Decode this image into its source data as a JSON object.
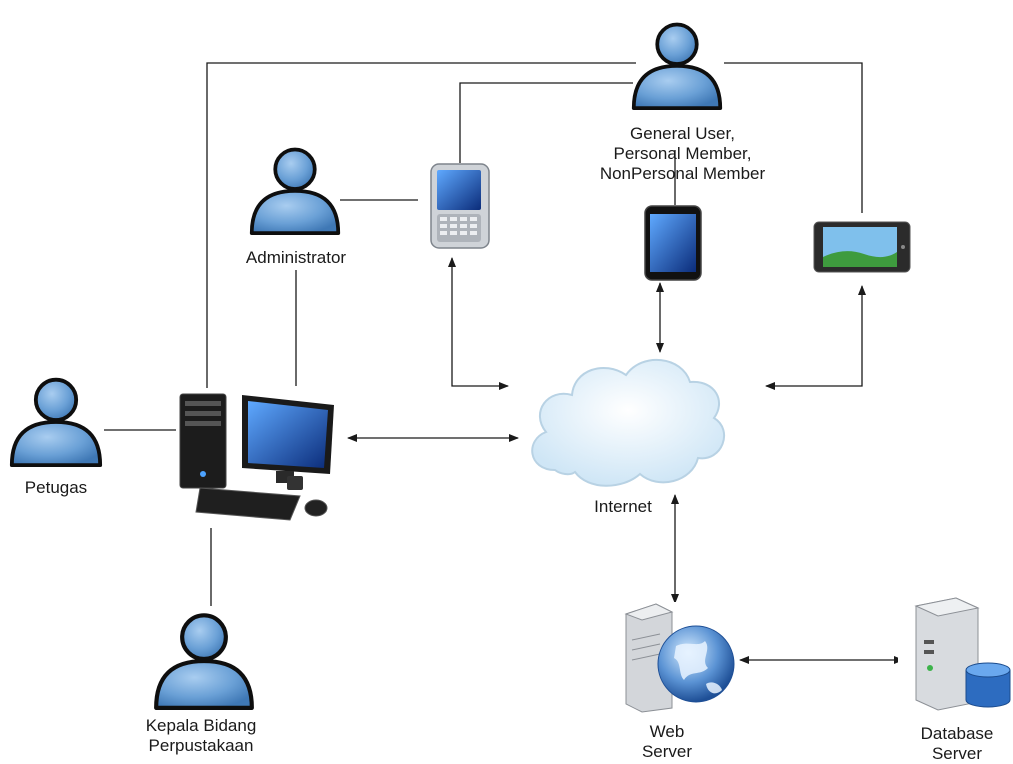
{
  "labels": {
    "general_user": [
      "General User,",
      "Personal Member,",
      "NonPersonal Member"
    ],
    "administrator": [
      "Administrator"
    ],
    "petugas": [
      "Petugas"
    ],
    "kepala": [
      "Kepala Bidang",
      "Perpustakaan"
    ],
    "internet": [
      "Internet"
    ],
    "web_server": [
      "Web",
      "Server"
    ],
    "database_server": [
      "Database",
      "Server"
    ]
  },
  "icons": {
    "person": "person-icon",
    "cloud": "cloud-icon",
    "desktop": "desktop-computer-icon",
    "pda": "pda-phone-icon",
    "smartphone": "smartphone-icon",
    "tablet": "tablet-icon",
    "web_server": "web-server-globe-icon",
    "database_server": "database-server-icon"
  },
  "colors": {
    "person_fill": "#6aa0d6",
    "person_stroke": "#0e0e0e",
    "line": "#1a1a1a",
    "cloud_fill": "#e4f2fb",
    "cloud_stroke": "#b8d2e4"
  }
}
